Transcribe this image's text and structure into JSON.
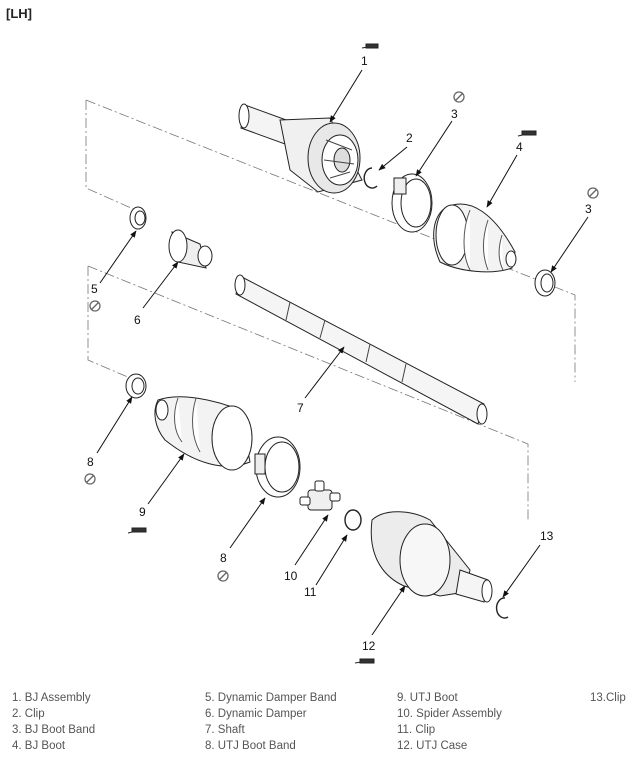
{
  "header": "[LH]",
  "callouts": [
    "1",
    "2",
    "3",
    "4",
    "3",
    "5",
    "6",
    "7",
    "8",
    "9",
    "8",
    "10",
    "11",
    "12",
    "13"
  ],
  "legend": {
    "col1": [
      "1. BJ Assembly",
      "2. Clip",
      "3. BJ Boot Band",
      "4. BJ Boot"
    ],
    "col2": [
      "5. Dynamic Damper Band",
      "6. Dynamic Damper",
      "7. Shaft",
      "8. UTJ Boot Band"
    ],
    "col3": [
      "9. UTJ Boot",
      "10. Spider Assembly",
      "11. Clip",
      "12. UTJ Case"
    ],
    "col4": [
      "13.Clip"
    ]
  }
}
